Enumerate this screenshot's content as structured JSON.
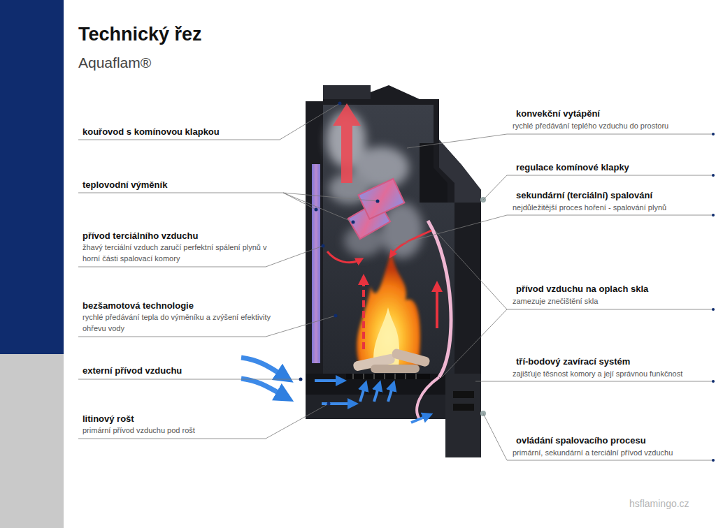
{
  "diagram": {
    "title": "Technický řez",
    "labels": [
      "Aquaflam®",
      "kouřovod s komínovou klapkou",
      "teplovodní výměník",
      "přívod terciálního vzduchu",
      "žhavý terciální vzduch zaručí perfektní spálení plynů v horní části spalovací komory",
      "bezšamotová technologie",
      "rychlé předávání tepla do výměníku a zvýšení efektivity ohřevu vody",
      "externí přívod vzduchu",
      "litinový rošt",
      "primární přívod vzduchu pod rošt",
      "konvekční vytápění",
      "rychlé předávání teplého vzduchu do prostoru",
      "regulace komínové klapky",
      "sekundární (terciální) spalování",
      "nejdůležitější proces hoření - spalování plynů",
      "přívod vzduchu na oplach skla",
      "zamezuje znečištění skla",
      "tří-bodový zavírací systém",
      "zajišťuje těsnost komory a její správnou funkčnost",
      "ovládání spalovacího procesu",
      "primární, sekundární a terciální přívod vzduchu",
      "hsflamingo.cz"
    ]
  }
}
